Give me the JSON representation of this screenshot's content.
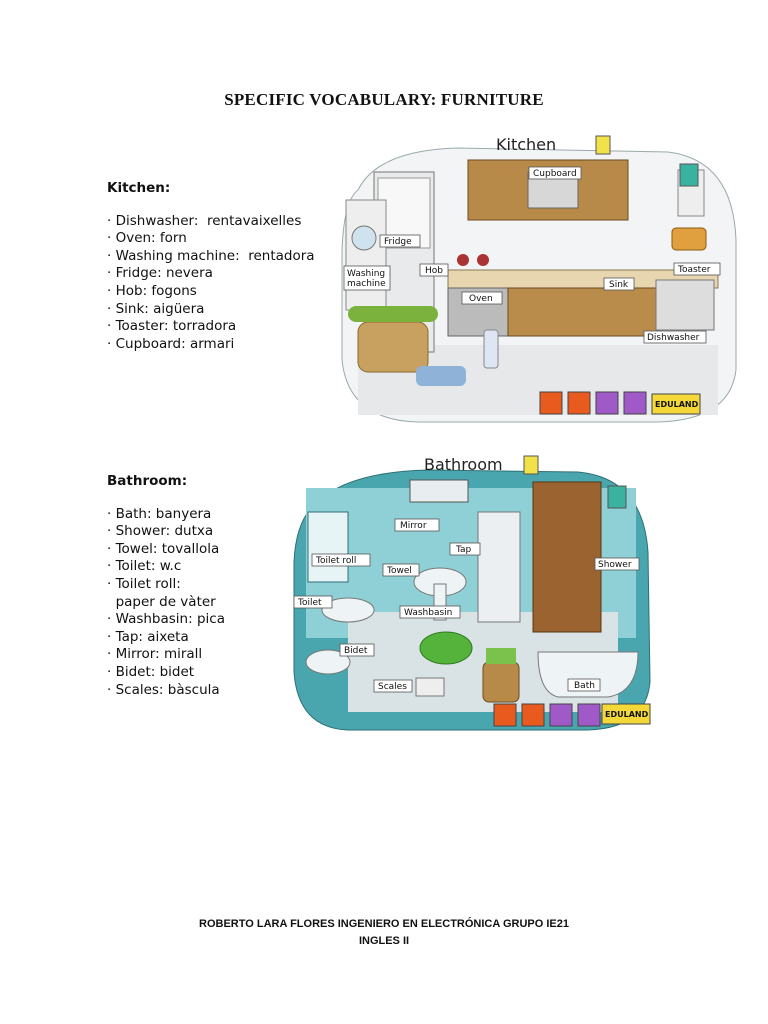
{
  "title": "SPECIFIC VOCABULARY: FURNITURE",
  "kitchen": {
    "heading": "Kitchen:",
    "items": [
      "· Dishwasher:  rentavaixelles",
      "· Oven: forn",
      "· Washing machine:  rentadora",
      "· Fridge: nevera",
      "· Hob: fogons",
      "· Sink: aigüera",
      "· Toaster: torradora",
      "· Cupboard: armari"
    ],
    "illustration": {
      "caption": "Kitchen",
      "labels": {
        "cupboard": "Cupboard",
        "fridge": "Fridge",
        "washing1": "Washing",
        "washing2": "machine",
        "hob": "Hob",
        "oven": "Oven",
        "sink": "Sink",
        "toaster": "Toaster",
        "dishwasher": "Dishwasher",
        "brand": "EDULAND"
      }
    }
  },
  "bathroom": {
    "heading": "Bathroom:",
    "items": [
      "· Bath: banyera",
      "· Shower: dutxa",
      "· Towel: tovallola",
      "· Toilet: w.c",
      "· Toilet roll:",
      "  paper de vàter",
      "· Washbasin: pica",
      "· Tap: aixeta",
      "· Mirror: mirall",
      "· Bidet: bidet",
      "· Scales: bàscula"
    ],
    "illustration": {
      "caption": "Bathroom",
      "labels": {
        "mirror": "Mirror",
        "tap": "Tap",
        "toiletroll": "Toilet roll",
        "towel": "Towel",
        "shower": "Shower",
        "toilet": "Toilet",
        "washbasin": "Washbasin",
        "bidet": "Bidet",
        "scales": "Scales",
        "bath": "Bath",
        "brand": "EDULAND"
      }
    }
  },
  "footer": {
    "line1": "ROBERTO LARA FLORES   INGENIERO EN ELECTRÓNICA  GRUPO IE21",
    "line2": "INGLES II"
  }
}
